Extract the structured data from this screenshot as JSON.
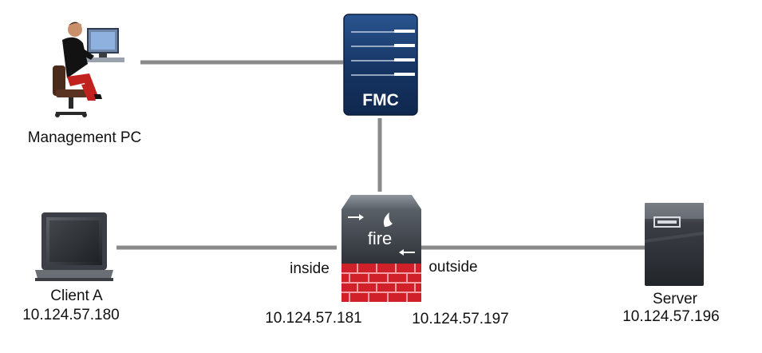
{
  "nodes": {
    "management_pc": {
      "label": "Management PC",
      "icon": "management-pc-icon"
    },
    "fmc": {
      "label": "FMC",
      "icon": "fmc-server-icon"
    },
    "firewall": {
      "label": "fire",
      "icon": "firewall-icon"
    },
    "client_a": {
      "label": "Client A",
      "ip": "10.124.57.180",
      "icon": "laptop-icon"
    },
    "server": {
      "label": "Server",
      "ip": "10.124.57.196",
      "icon": "server-icon"
    }
  },
  "interfaces": {
    "inside": {
      "label": "inside",
      "ip": "10.124.57.181"
    },
    "outside": {
      "label": "outside",
      "ip": "10.124.57.197"
    }
  },
  "colors": {
    "link": "#8a8a8a",
    "fmc_blue": "#1b3d6e",
    "firewall_red": "#d0202a",
    "device_dark": "#3a3d42"
  }
}
